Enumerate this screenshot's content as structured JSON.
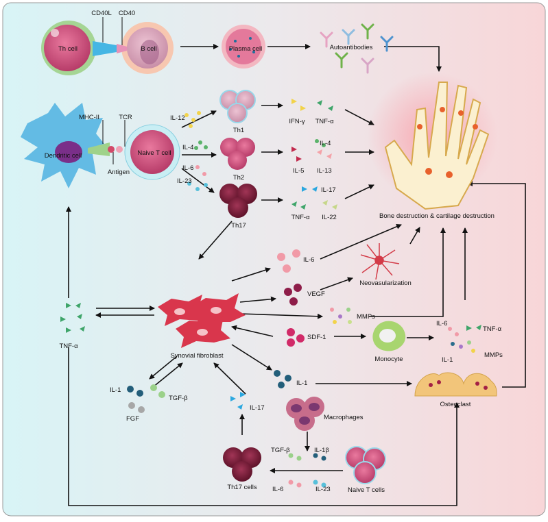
{
  "labels": {
    "th_cell": "Th cell",
    "b_cell": "B cell",
    "cd40l": "CD40L",
    "cd40": "CD40",
    "plasma_cell": "Plasma cell",
    "autoantibodies": "Autoantibodies",
    "dendritic_cell": "Dendritic cell",
    "mhc_ii": "MHC-II",
    "tcr": "TCR",
    "antigen": "Antigen",
    "naive_t_cell": "Naive T cell",
    "il12": "IL-12",
    "th1": "Th1",
    "ifn_gamma": "IFN-γ",
    "tnf_alpha_th1": "TNF-α",
    "il4_in": "IL-4",
    "th2": "Th2",
    "il4_out": "IL-4",
    "il5": "IL-5",
    "il13": "IL-13",
    "il6_in": "IL-6",
    "il23_in": "IL-23",
    "th17": "Th17",
    "il17_out": "IL-17",
    "tnf_alpha_th17": "TNF-α",
    "il22": "IL-22",
    "bone_destruction": "Bone destruction & cartilage destruction",
    "il6_syn": "IL-6",
    "neovascularization": "Neovasularization",
    "vegf": "VEGF",
    "mmps_syn": "MMPs",
    "sdf1": "SDF-1",
    "monocyte": "Monocyte",
    "il6_mono": "IL-6",
    "tnf_alpha_mono": "TNF-α",
    "il1_mono": "IL-1",
    "mmps_mono": "MMPs",
    "tnf_alpha_left": "TNF-α",
    "synovial_fibroblast": "Synovial fibroblast",
    "il1_left": "IL-1",
    "tgfb_left": "TGF-β",
    "fgf": "FGF",
    "il1_mid": "IL-1",
    "osteoclast": "Osteoclast",
    "il17_mid": "IL-17",
    "macrophages": "Macrophages",
    "tgfb_bottom": "TGF-β",
    "il1b": "IL-1β",
    "th17_cells": "Th17 cells",
    "il6_bottom": "IL-6",
    "il23_bottom": "IL-23",
    "naive_t_cells": "Naive T cells"
  },
  "colors": {
    "bg_left": "#d9f4f6",
    "bg_right": "#f8d8da",
    "cell_pink": "#d25b87",
    "cell_dark": "#7c1f3c",
    "dendritic": "#59b4e0",
    "fibroblast": "#d9364c",
    "osteoclast": "#f2c57a",
    "arrow": "#111111"
  }
}
